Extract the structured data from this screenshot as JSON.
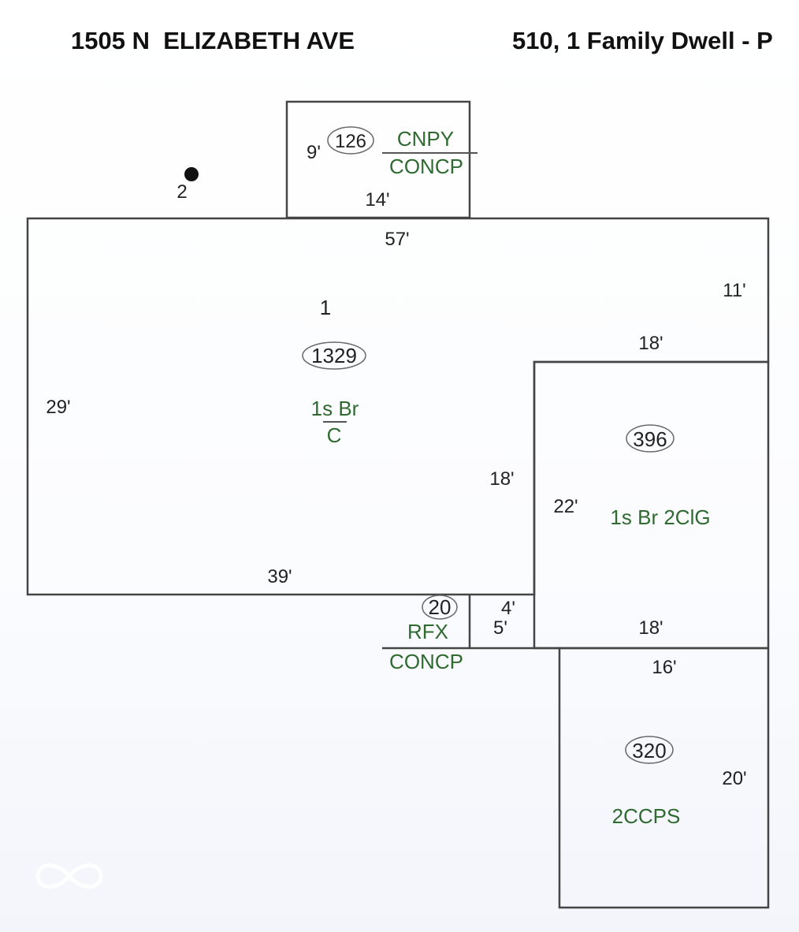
{
  "header": {
    "address": "1505 N  ELIZABETH AVE",
    "property_class": "510, 1 Family Dwell - P"
  },
  "sketch": {
    "canopy": {
      "area": "126",
      "label_top": "CNPY",
      "label_bottom": "CONCP",
      "dim_side": "9'",
      "dim_bottom": "14'"
    },
    "marker": {
      "label": "2"
    },
    "main": {
      "number": "1",
      "area": "1329",
      "label_top": "1s Br",
      "label_bottom": "C",
      "dim_top": "57'",
      "dim_left": "29'",
      "dim_bottom": "39'",
      "dim_inner": "18'",
      "dim_right": "11'",
      "dim_step": "18'"
    },
    "wing": {
      "area": "396",
      "label": "1s Br 2ClG",
      "dim_side": "22'",
      "dim_bottom": "18'"
    },
    "porch": {
      "area": "20",
      "label_top": "RFX",
      "label_bottom": "CONCP",
      "dim_a": "4'",
      "dim_b": "5'"
    },
    "carport": {
      "area": "320",
      "label": "2CCPS",
      "dim_top": "16'",
      "dim_side": "20'"
    }
  },
  "colors": {
    "line": "#454545",
    "label_green": "#2f6a30"
  }
}
